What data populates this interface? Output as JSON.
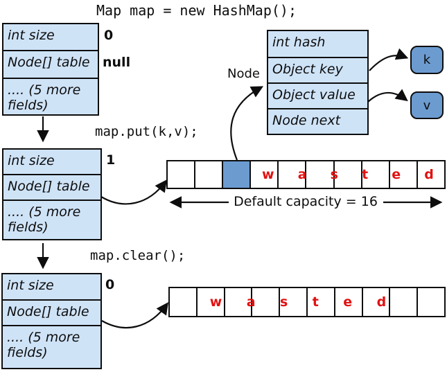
{
  "title": "Map map = new HashMap();",
  "operations": {
    "put": "map.put(k,v);",
    "clear": "map.clear();"
  },
  "map_struct_fields": {
    "size": "int size",
    "table": "Node[] table",
    "more": ".... (5 more fields)"
  },
  "states": [
    {
      "size_value": "0",
      "table_value": "null"
    },
    {
      "size_value": "1"
    },
    {
      "size_value": "0"
    }
  ],
  "node_label": "Node",
  "node_struct": {
    "fields": [
      "int hash",
      "Object key",
      "Object value",
      "Node next"
    ]
  },
  "key_box_label": "k",
  "value_box_label": "v",
  "default_capacity_label": "Default capacity = 16",
  "wasted_letters": [
    "w",
    "a",
    "s",
    "t",
    "e",
    "d"
  ],
  "arrays": {
    "middle": {
      "cell_count": 10,
      "occupied_index": 2
    },
    "bottom": {
      "cell_count": 10
    }
  },
  "colors": {
    "struct_fill": "#cfe3f7",
    "occupied_fill": "#6c9bd0",
    "wasted_text": "#e11212",
    "line": "#0d0d0d"
  }
}
